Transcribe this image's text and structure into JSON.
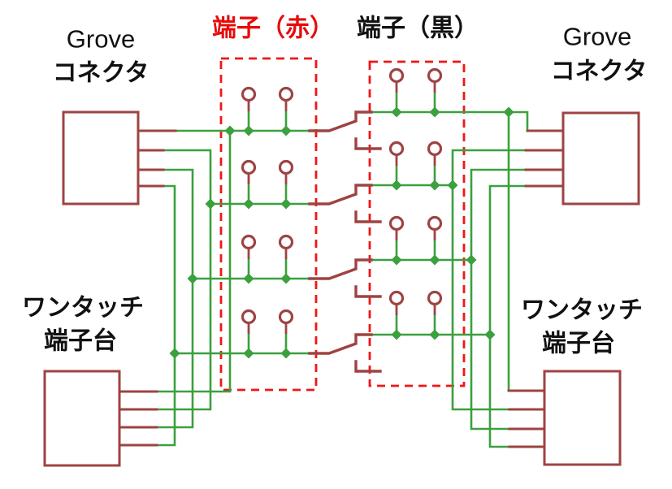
{
  "labels": {
    "grove_top_left": {
      "line1": "Grove",
      "line2": "コネクタ"
    },
    "grove_top_right": {
      "line1": "Grove",
      "line2": "コネクタ"
    },
    "terminal_red": "端子（赤）",
    "terminal_black": "端子（黒）",
    "onetouch_bottom_left": {
      "line1": "ワンタッチ",
      "line2": "端子台"
    },
    "onetouch_bottom_right": {
      "line1": "ワンタッチ",
      "line2": "端子台"
    }
  },
  "colors": {
    "wire_green": "#3BA03E",
    "symbol_maroon": "#9E4343",
    "highlight_red": "#F01616",
    "label_red": "#E60C0C",
    "text_black": "#111111",
    "background": "#FFFFFF"
  },
  "diagram_facts": {
    "switch_rows": 4,
    "red_terminal_circles": 8,
    "black_terminal_circles": 8,
    "connector_boxes": 4
  }
}
